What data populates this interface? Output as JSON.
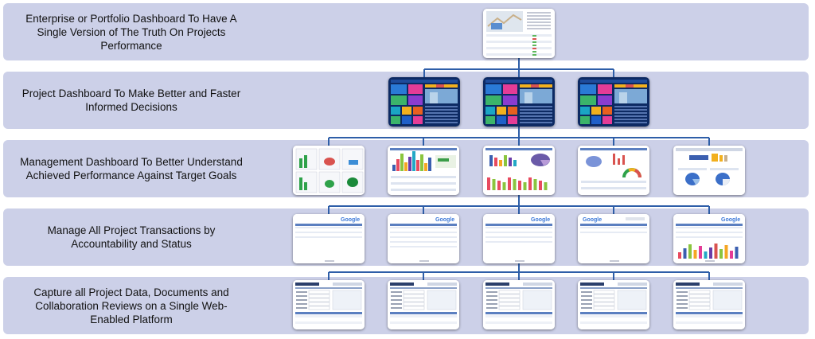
{
  "rows": [
    {
      "label": "Enterprise or Portfolio Dashboard To Have A Single Version of The Truth On Projects Performance",
      "thumbnail_type": "portfolio-dashboard"
    },
    {
      "label": "Project Dashboard To Make Better and Faster Informed Decisions",
      "thumbnail_type": "project-dashboard"
    },
    {
      "label": "Management Dashboard To Better Understand Achieved Performance Against Target Goals",
      "thumbnail_type": "management-dashboard"
    },
    {
      "label": "Manage All Project Transactions by Accountability and Status",
      "thumbnail_type": "transaction-log"
    },
    {
      "label": "Capture all Project Data, Documents and Collaboration Reviews on a Single Web-Enabled Platform",
      "thumbnail_type": "data-entry-form"
    }
  ],
  "logo_text": "Google",
  "connector_color": "#2e5ea8"
}
